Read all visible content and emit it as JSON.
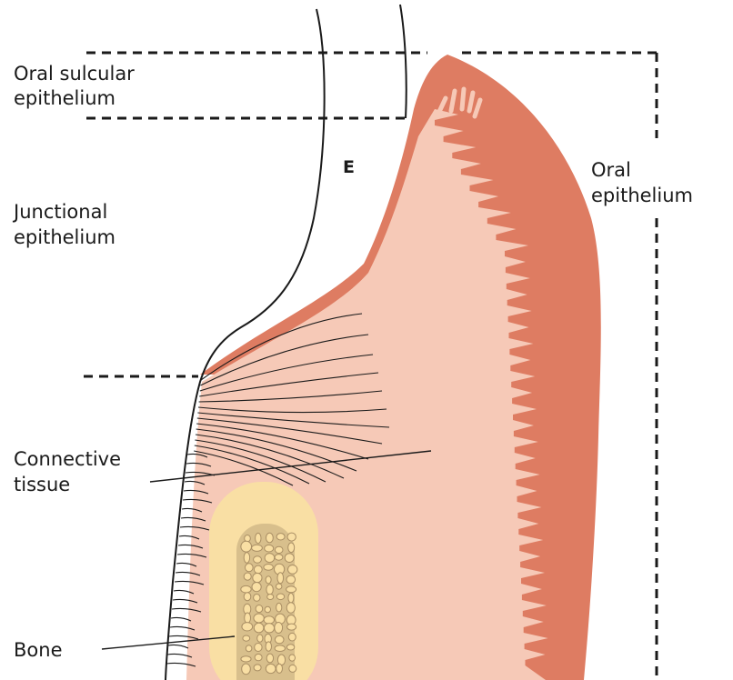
{
  "colors": {
    "oral_epithelium": "#de7c62",
    "connective_tissue": "#f6c9b7",
    "bone_outer": "#f9dfa4",
    "bone_marrow": "#d8bf8c",
    "bone_trabeculae": "#a98e64",
    "line": "#1a1a1a"
  },
  "labels": {
    "oral_sulcular_epithelium": [
      "Oral sulcular",
      "epithelium"
    ],
    "junctional_epithelium": [
      "Junctional",
      "epithelium"
    ],
    "connective_tissue": [
      "Connective",
      "tissue"
    ],
    "bone": "Bone",
    "oral_epithelium": [
      "Oral",
      "epithelium"
    ],
    "enamel_letter": "E"
  }
}
